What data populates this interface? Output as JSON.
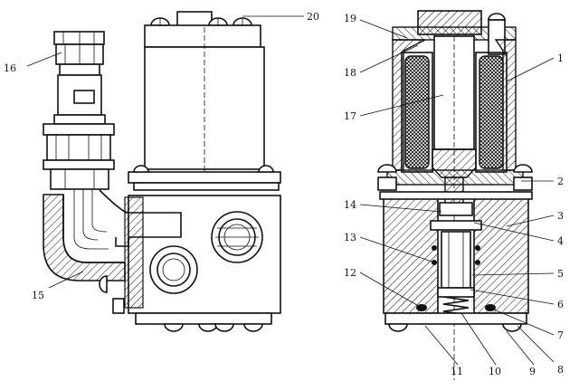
{
  "figure": {
    "callouts_left": [
      "16",
      "20",
      "15"
    ],
    "callouts_right": [
      "19",
      "18",
      "17",
      "14",
      "13",
      "12",
      "11",
      "10",
      "9",
      "8",
      "7",
      "6",
      "5",
      "4",
      "3",
      "2",
      "1"
    ]
  }
}
